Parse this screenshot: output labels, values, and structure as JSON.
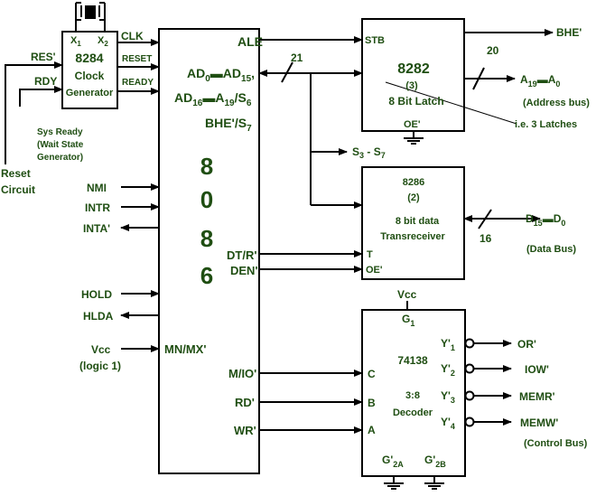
{
  "clock": {
    "chip": "8284",
    "name_line1": "Clock",
    "name_line2": "Generator",
    "x1": "X",
    "x1_sub": "1",
    "x2": "X",
    "x2_sub": "2",
    "clk": "CLK",
    "reset": "RESET",
    "ready": "READY"
  },
  "left": {
    "res": "RES'",
    "rdy": "RDY",
    "sys_line1": "Sys Ready",
    "sys_line2": "(Wait State",
    "sys_line3": "Generator)",
    "reset_line1": "Reset",
    "reset_line2": "Circuit",
    "nmi": "NMI",
    "intr": "INTR",
    "inta": "INTA'",
    "hold": "HOLD",
    "hlda": "HLDA",
    "vcc": "Vcc",
    "logic": "(logic 1)"
  },
  "cpu": {
    "ale": "ALE",
    "ad0_15": {
      "a": "AD",
      "a_sub": "0",
      "b": "AD",
      "b_sub": "15",
      "tail": ","
    },
    "ad16_19": {
      "a": "AD",
      "a_sub": "16",
      "b": "A",
      "b_sub": "19",
      "c": "/S",
      "c_sub": "6"
    },
    "bhe_s7": {
      "a": "BHE'/S",
      "a_sub": "7"
    },
    "digits": [
      "8",
      "0",
      "8",
      "6"
    ],
    "dtr": "DT/R'",
    "den": "DEN'",
    "mnmx": "MN/MX'",
    "mio": "M/IO'",
    "rd": "RD'",
    "wr": "WR'"
  },
  "bus": {
    "width_21": "21",
    "width_20": "20",
    "width_16": "16",
    "s3_s7": {
      "a": "S",
      "a_sub": "3",
      "sep": " - ",
      "b": "S",
      "b_sub": "7"
    }
  },
  "latch": {
    "stb": "STB",
    "chip": "8282",
    "count": "(3)",
    "desc": "8 Bit Latch",
    "oe": "OE'",
    "note": "i.e. 3 Latches",
    "bhe_out": "BHE'",
    "addr": {
      "a": "A",
      "a_sub": "19",
      "b": "A",
      "b_sub": "0"
    },
    "addr_label": "(Address bus)"
  },
  "xcvr": {
    "chip": "8286",
    "count": "(2)",
    "desc_line1": "8 bit  data",
    "desc_line2": "Transreceiver",
    "t": "T",
    "oe": "OE'",
    "data": {
      "a": "D",
      "a_sub": "15",
      "b": "D",
      "b_sub": "0"
    },
    "data_label": "(Data Bus)"
  },
  "decoder": {
    "vcc": "Vcc",
    "g1": "G",
    "g1_sub": "1",
    "chip": "74138",
    "desc_line1": "3:8",
    "desc_line2": "Decoder",
    "c": "C",
    "b": "B",
    "a": "A",
    "g2a": "G'",
    "g2a_sub": "2A",
    "g2b": "G'",
    "g2b_sub": "2B",
    "y1": "Y'",
    "y1_sub": "1",
    "y2": "Y'",
    "y2_sub": "2",
    "y3": "Y'",
    "y3_sub": "3",
    "y4": "Y'",
    "y4_sub": "4",
    "out1": "OR'",
    "out2": "IOW'",
    "out3": "MEMR'",
    "out4": "MEMW'",
    "bus_label": "(Control Bus)"
  }
}
